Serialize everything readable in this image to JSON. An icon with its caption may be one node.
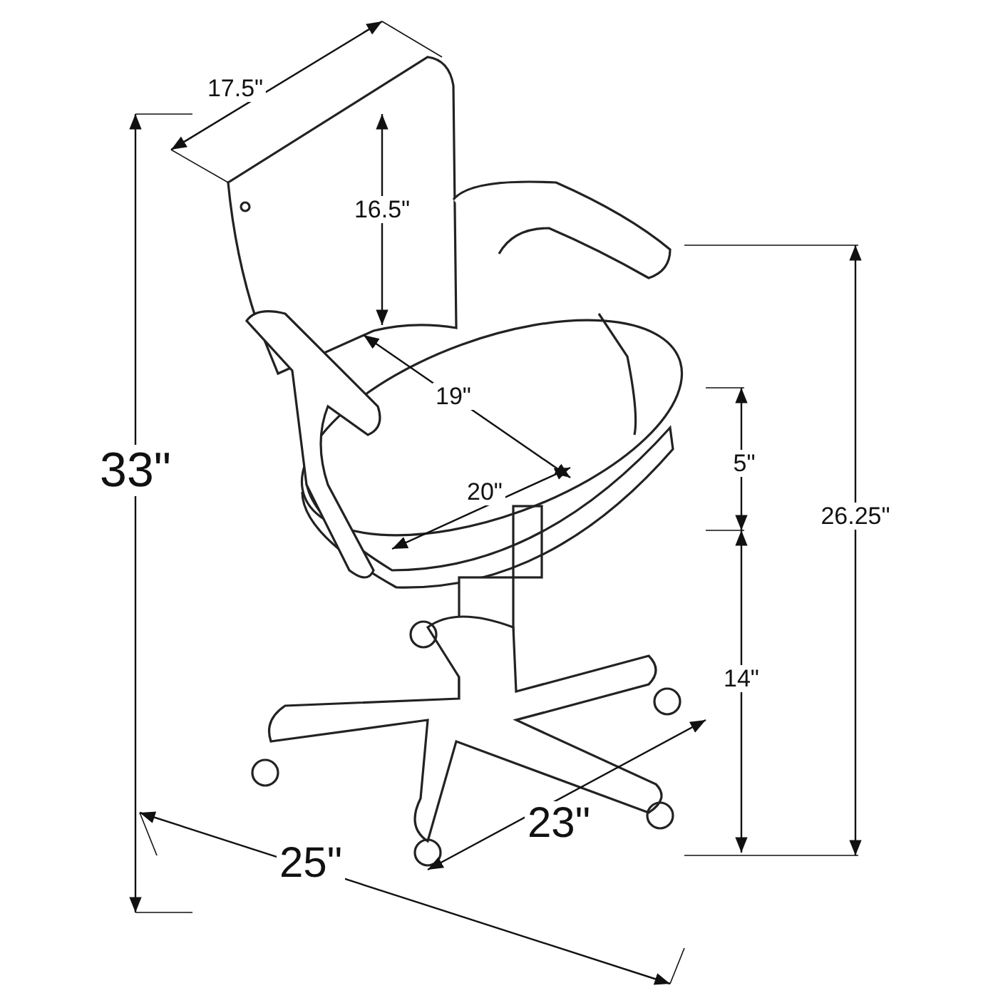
{
  "diagram": {
    "labels": [
      "17.5\"",
      "16.5\"",
      "19\"",
      "5\"",
      "33\"",
      "26.25\"",
      "20\"",
      "14\"",
      "23\"",
      "25\""
    ]
  }
}
